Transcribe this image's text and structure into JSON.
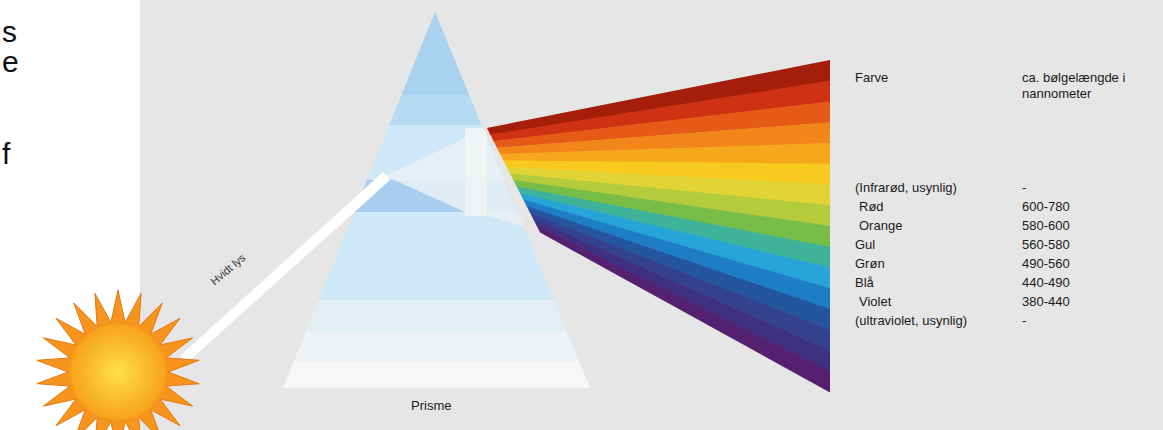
{
  "diagram": {
    "labels": [
      "s",
      "e",
      "f",
      "Hvidt lys",
      "Prisme",
      "Farve",
      "ca. bølgelængde i nannometer",
      "(Infrarød, usynlig)",
      "-",
      "Rød",
      "600-780",
      "Orange",
      "580-600",
      "Gul",
      "560-580",
      "Grøn",
      "490-560",
      "Blå",
      "440-490",
      "Violet",
      "380-440",
      "(ultraviolet, usynlig)",
      "-"
    ]
  }
}
